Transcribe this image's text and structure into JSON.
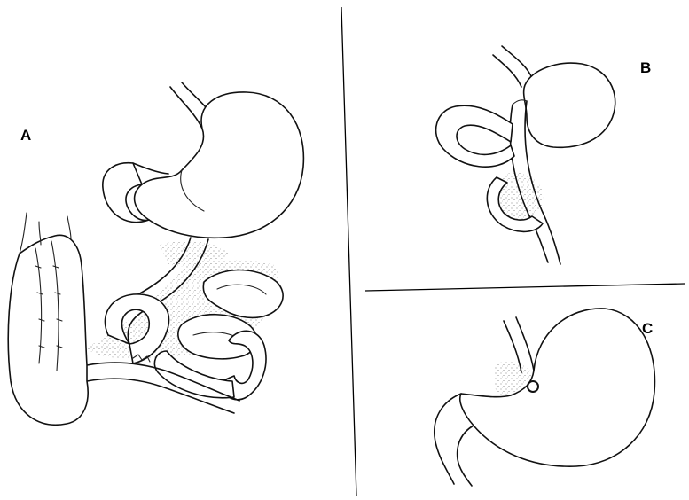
{
  "figure": {
    "panels": [
      {
        "label": "A"
      },
      {
        "label": "B"
      },
      {
        "label": "C"
      }
    ]
  },
  "colors": {
    "line": "#111111",
    "background": "#ffffff",
    "stipple": "#6b6b6b"
  }
}
